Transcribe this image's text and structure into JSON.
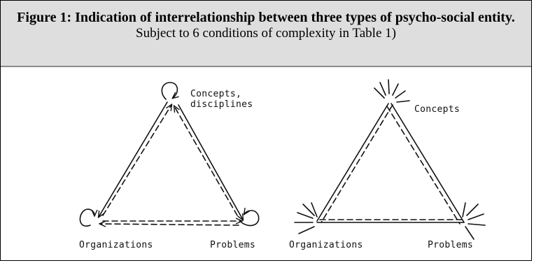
{
  "figure": {
    "title": "Figure 1: Indication of interrelationship between three types of psycho-social entity.",
    "subtitle": "Subject to 6 conditions of complexity in Table 1)"
  },
  "left_diagram": {
    "labels": {
      "top": [
        "Concepts,",
        "disciplines"
      ],
      "bottom_left": "Organizations",
      "bottom_right": "Problems"
    }
  },
  "right_diagram": {
    "labels": {
      "top": "Concepts",
      "bottom_left": "Organizations",
      "bottom_right": "Problems"
    }
  }
}
